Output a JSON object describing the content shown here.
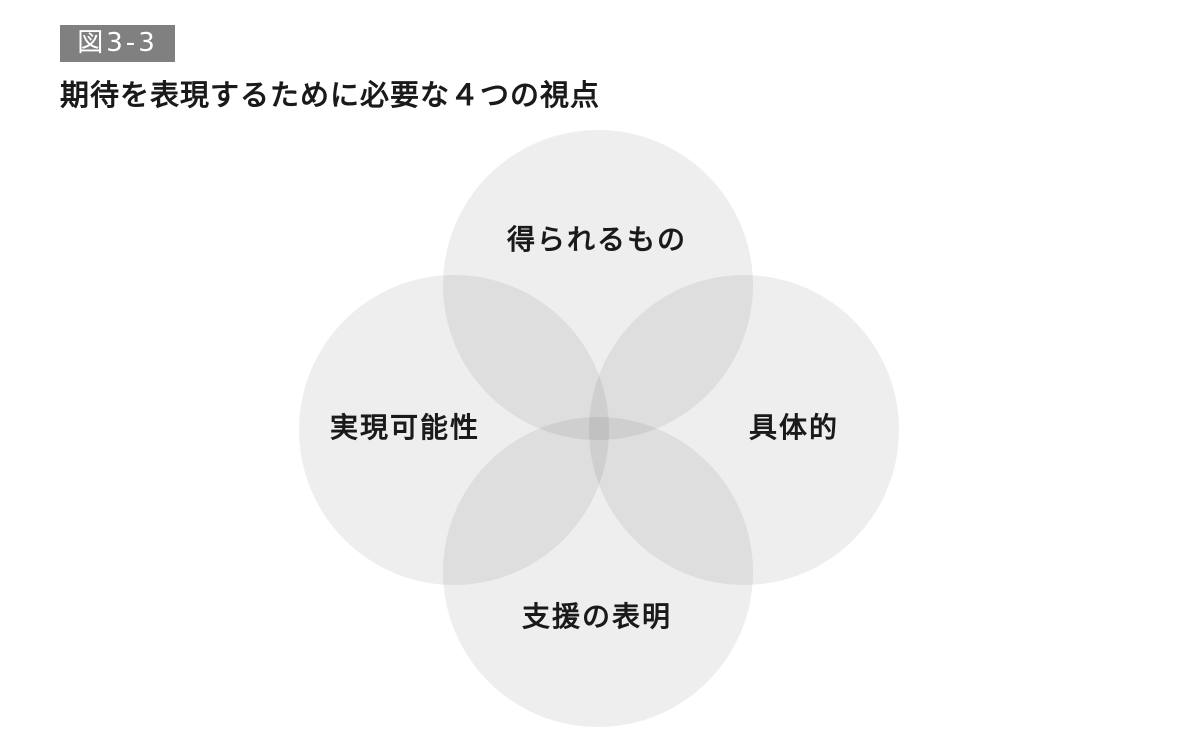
{
  "figure_label": "図3-3",
  "title": "期待を表現するために必要な４つの視点",
  "circle_fill": "#000000",
  "circles": [
    {
      "id": "top",
      "label": "得られるもの"
    },
    {
      "id": "left",
      "label": "実現可能性"
    },
    {
      "id": "right",
      "label": "具体的"
    },
    {
      "id": "bottom",
      "label": "支援の表明"
    }
  ]
}
